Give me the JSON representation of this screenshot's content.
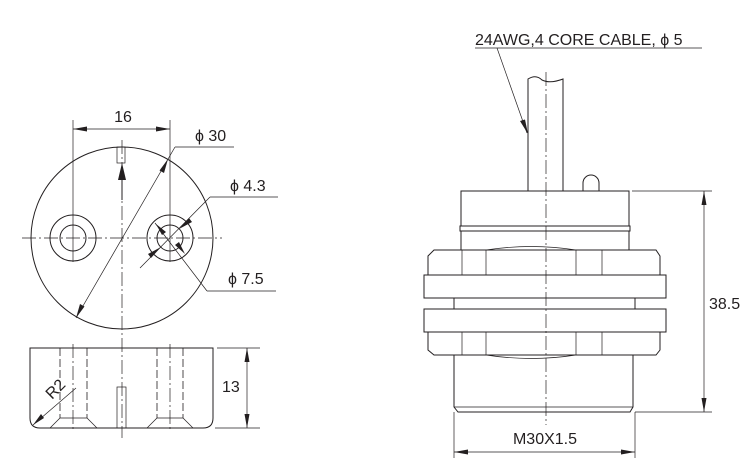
{
  "drawing": {
    "dimensions": {
      "hole_spacing": "16",
      "outer_diameter": "ϕ 30",
      "inner_hole": "ϕ 4.3",
      "counterbore": "ϕ 7.5",
      "corner_radius": "R2",
      "base_height": "13",
      "total_height": "38.5",
      "thread": "M30X1.5"
    },
    "cable_label": "24AWG,4 CORE CABLE, ϕ 5"
  }
}
